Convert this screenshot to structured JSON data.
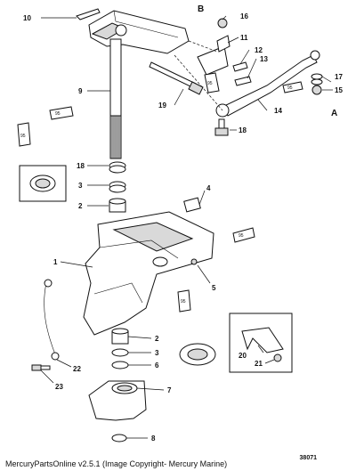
{
  "callouts": {
    "c1": "1",
    "c2a": "2",
    "c2b": "2",
    "c3a": "3",
    "c3b": "3",
    "c4": "4",
    "c5": "5",
    "c6": "6",
    "c7": "7",
    "c8": "8",
    "c9": "9",
    "c10": "10",
    "c11": "11",
    "c12": "12",
    "c13": "13",
    "c14": "14",
    "c15": "15",
    "c16": "16",
    "c17": "17",
    "c18a": "18",
    "c18b": "18",
    "c19": "19",
    "c20": "20",
    "c21": "21",
    "c22": "22",
    "c23": "23"
  },
  "letters": {
    "a": "A",
    "b": "B"
  },
  "tubes": {
    "t95a": "95",
    "t95b": "95",
    "t95c": "95",
    "t95d": "95",
    "t95e": "95",
    "t95f": "95"
  },
  "footer": {
    "copyright": "MercuryPartsOnline v2.5.1 (Image Copyright- Mercury Marine)",
    "drawing_number": "38071"
  }
}
